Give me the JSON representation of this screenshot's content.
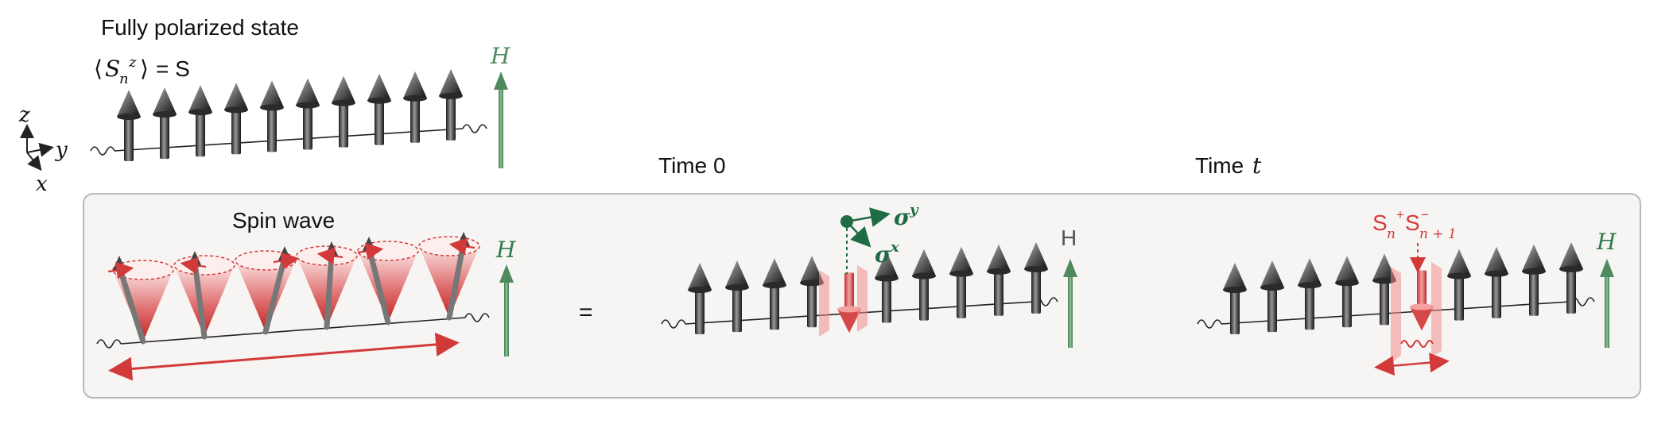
{
  "top": {
    "title": "Fully polarized state",
    "expectation": {
      "bracket_open": "⟨",
      "symbol": "S",
      "sub": "n",
      "sup": "z",
      "bracket_close": "⟩",
      "rhs": "= S"
    },
    "field_label": "H",
    "spin_count": 10
  },
  "axes": {
    "z": "z",
    "y": "y",
    "x": "x"
  },
  "panel": {
    "spin_wave": {
      "title": "Spin wave",
      "field_label": "H",
      "cone_count": 6
    },
    "equals": "=",
    "time0": {
      "title": "Time 0",
      "field_label": "H",
      "sigma_y_base": "σ",
      "sigma_y_sup": "y",
      "sigma_x_base": "σ",
      "sigma_x_sup": "x",
      "spin_count": 10,
      "flipped_index": 4
    },
    "timet": {
      "title": "Time",
      "title_var": "t",
      "field_label": "H",
      "operator": {
        "s1": "S",
        "s1_sub": "n",
        "s1_sup": "+",
        "s2": "S",
        "s2_sub": "n + 1",
        "s2_sup": "−"
      },
      "spin_count": 10,
      "flipped_index": 5
    }
  },
  "colors": {
    "field_green": "#4f8a5e",
    "dark_green": "#1e6b45",
    "accent_red": "#d23a3a",
    "spin_dark": "#3a3a3a",
    "panel_bg": "#f7f5f3",
    "panel_border": "#b9b9b9"
  }
}
